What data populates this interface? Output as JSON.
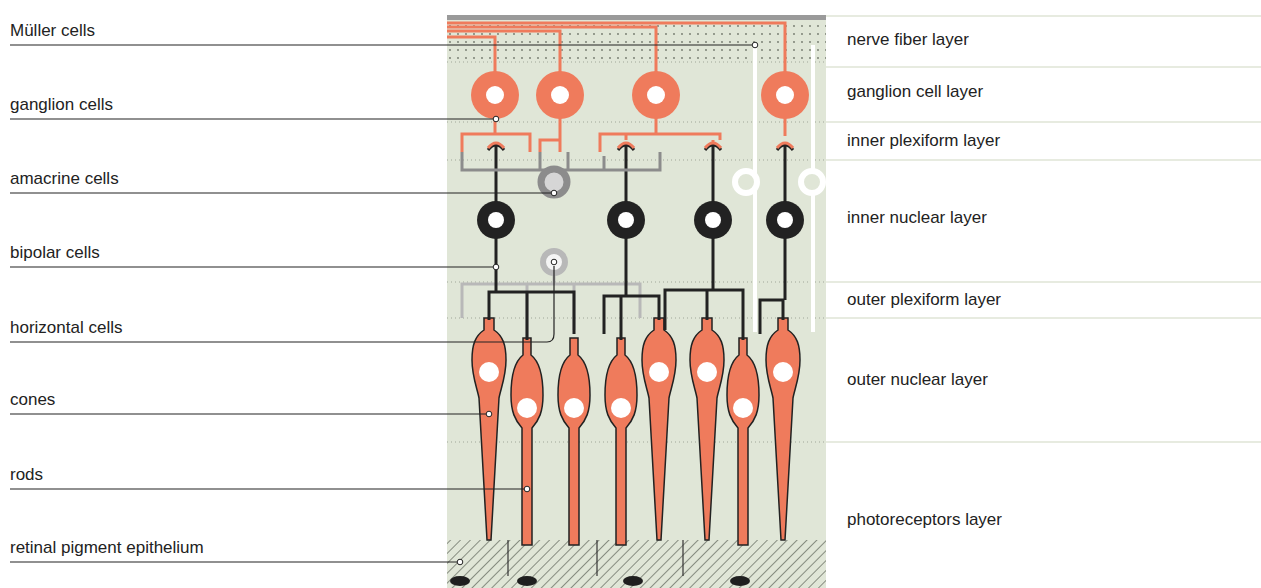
{
  "diagram": {
    "labels": [
      "Müller cells",
      "ganglion cells",
      "amacrine cells",
      "bipolar cells",
      "horizontal cells",
      "cones",
      "rods",
      "retinal pigment epithelium",
      "nerve fiber layer",
      "ganglion cell layer",
      "inner plexiform layer",
      "inner nuclear layer",
      "outer plexiform layer",
      "outer nuclear layer",
      "photoreceptors layer"
    ]
  }
}
